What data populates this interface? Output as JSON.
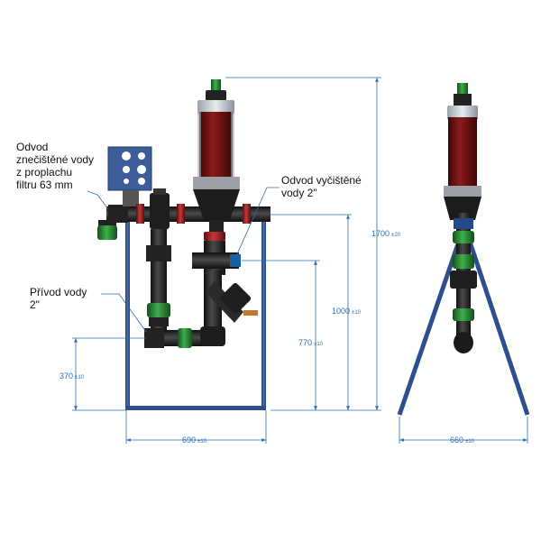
{
  "labels": {
    "drain_dirty": [
      "Odvod",
      "znečištěné vody",
      "z proplachu",
      "filtru 63 mm"
    ],
    "outlet_clean": [
      "Odvod vyčištěné",
      "vody 2\""
    ],
    "inlet": [
      "Přívod vody",
      "2\""
    ]
  },
  "dimensions": {
    "height_total": "1700",
    "height_total_tol": "±20",
    "height_outlet": "1000",
    "height_outlet_tol": "±10",
    "height_mid": "770",
    "height_mid_tol": "±10",
    "height_inlet": "370",
    "height_inlet_tol": "±10",
    "width_front": "690",
    "width_front_tol": "±10",
    "width_side": "660",
    "width_side_tol": "±10"
  },
  "colors": {
    "dimension": "#2a6fb0",
    "frame": "#2d4f8c",
    "pipe": "#2b2b2b",
    "filter_body": "#7a1010",
    "coupling_red": "#b12a2a",
    "coupling_green": "#2f8f3a"
  }
}
